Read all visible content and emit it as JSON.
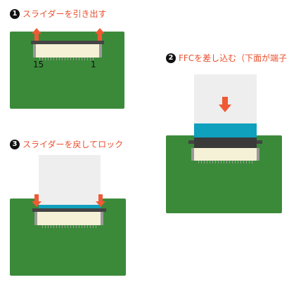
{
  "steps": {
    "step1": {
      "number": "1",
      "text": "スライダーを引き出す"
    },
    "step2": {
      "number": "2",
      "text": "FFCを差し込む（下面が端子"
    },
    "step3": {
      "number": "3",
      "text": "スライダーを戻してロック"
    }
  },
  "pin_labels": {
    "left": "15",
    "right": "1"
  },
  "colors": {
    "board": "#3b8a3a",
    "arrow": "#ef5a35",
    "stiffener": "#0fa0bd",
    "step_text": "#e8502e",
    "slider": "#444444",
    "connector": "#f5f1d6"
  },
  "icons": {
    "pull": "arrow-up-icon",
    "insert": "arrow-down-icon"
  }
}
